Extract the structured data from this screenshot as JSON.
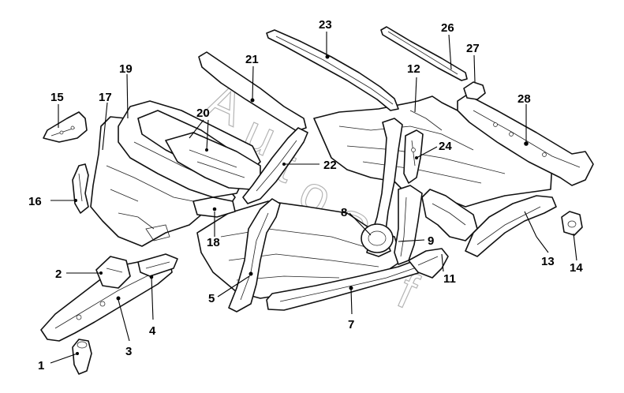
{
  "callouts": {
    "c1": "1",
    "c2": "2",
    "c3": "3",
    "c4": "4",
    "c5": "5",
    "c7": "7",
    "c8": "8",
    "c9": "9",
    "c11": "11",
    "c12": "12",
    "c13": "13",
    "c14": "14",
    "c15": "15",
    "c16": "16",
    "c17": "17",
    "c18": "18",
    "c19": "19",
    "c20": "20",
    "c21": "21",
    "c22": "22",
    "c23": "23",
    "c24": "24",
    "c26": "26",
    "c27": "27",
    "c28": "28"
  },
  "watermark": "AutoSoft"
}
